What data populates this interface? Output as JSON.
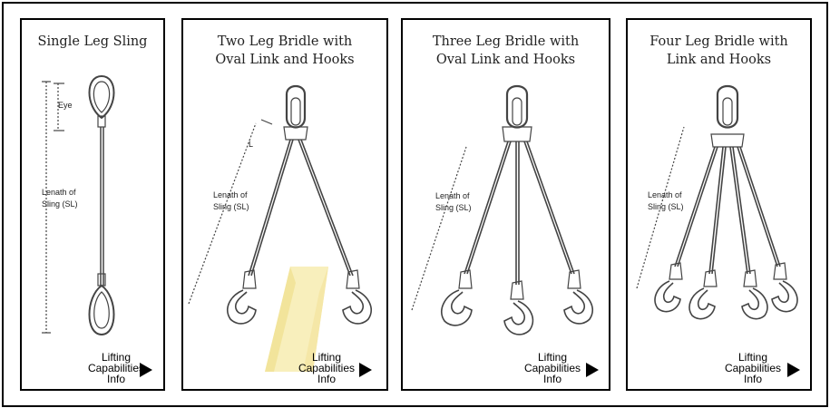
{
  "panels": [
    {
      "title_lines": [
        "Single Leg Sling"
      ],
      "labels": {
        "eye": "Eye",
        "length_line1": "Lenath of",
        "length_line2": "Sling (SL)"
      },
      "link": {
        "line1": "Lifting",
        "line2": "Capabilities",
        "line3": "Info"
      }
    },
    {
      "title_lines": [
        "Two Leg Bridle with",
        "Oval Link and Hooks"
      ],
      "labels": {
        "l": "L",
        "length_line1": "Lenath of",
        "length_line2": "Sling (SL)"
      },
      "link": {
        "line1": "Lifting",
        "line2": "Capabilities",
        "line3": "Info"
      }
    },
    {
      "title_lines": [
        "Three Leg Bridle with",
        "Oval Link and Hooks"
      ],
      "labels": {
        "length_line1": "Lenath of",
        "length_line2": "Sling (SL)"
      },
      "link": {
        "line1": "Lifting",
        "line2": "Capabilities",
        "line3": "Info"
      }
    },
    {
      "title_lines": [
        "Four Leg Bridle with",
        "Link and Hooks"
      ],
      "labels": {
        "length_line1": "Lenath of",
        "length_line2": "Sling (SL)"
      },
      "link": {
        "line1": "Lifting",
        "line2": "Capabilities",
        "line3": "Info"
      }
    }
  ],
  "icons": {
    "arrow": "play-arrow-icon",
    "watermark": "yellow-triangle-watermark"
  },
  "colors": {
    "border": "#000000",
    "line": "#333333",
    "watermark": "#f3e59a"
  }
}
